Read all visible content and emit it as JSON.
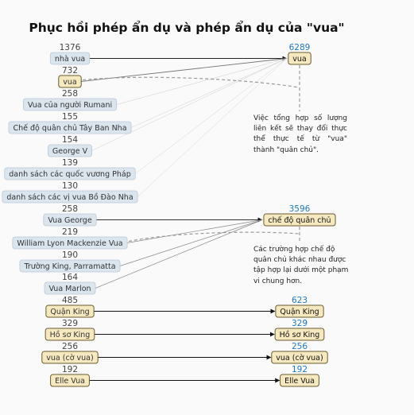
{
  "title": "Phục hồi phép ẩn dụ và phép ẩn dụ của \"vua\"",
  "groups": [
    {
      "target": {
        "label": "vua",
        "count": "6289"
      },
      "sources": [
        {
          "label": "nhà vua",
          "count": "1376",
          "style": "plain"
        },
        {
          "label": "vua",
          "count": "732",
          "style": "highlight"
        },
        {
          "label": "Vua của người Rumani",
          "count": "258",
          "style": "plain"
        },
        {
          "label": "Chế độ quân chủ Tây Ban Nha",
          "count": "155",
          "style": "plain"
        },
        {
          "label": "George V",
          "count": "154",
          "style": "plain"
        },
        {
          "label": "danh sách các quốc vương Pháp",
          "count": "139",
          "style": "plain"
        },
        {
          "label": "danh sách các vị vua Bồ Đào Nha",
          "count": "130",
          "style": "plain"
        }
      ],
      "note": "Việc tổng hợp số lượng liên kết sẽ thay đổi thực thể thực tế từ \"vua\" thành \"quân chủ\"."
    },
    {
      "target": {
        "label": "chế độ quân chủ",
        "count": "3596"
      },
      "sources": [
        {
          "label": "Vua George",
          "count": "258",
          "style": "plain"
        },
        {
          "label": "William Lyon Mackenzie Vua",
          "count": "219",
          "style": "plain"
        },
        {
          "label": "Trường King, Parramatta",
          "count": "190",
          "style": "plain"
        },
        {
          "label": "Vua Marlon",
          "count": "164",
          "style": "plain"
        }
      ],
      "note": "Các trường hợp chế độ quân chủ khác nhau được tập hợp lại dưới một phạm vi chung hơn."
    }
  ],
  "pairs": [
    {
      "source": {
        "label": "Quận King",
        "count": "485"
      },
      "target": {
        "label": "Quận King",
        "count": "623"
      }
    },
    {
      "source": {
        "label": "Hồ sơ King",
        "count": "329"
      },
      "target": {
        "label": "Hồ sơ King",
        "count": "329"
      }
    },
    {
      "source": {
        "label": "vua (cờ vua)",
        "count": "256"
      },
      "target": {
        "label": "vua (cờ vua)",
        "count": "256"
      }
    },
    {
      "source": {
        "label": "Elle Vua",
        "count": "192"
      },
      "target": {
        "label": "Elle Vua",
        "count": "192"
      }
    }
  ],
  "colors": {
    "plain_fill": "#dbe5ee",
    "plain_stroke": "#b8c8d6",
    "highlight_fill": "#f6e9c0",
    "highlight_stroke": "#6b5a2e",
    "target_count": "#1f78c8"
  }
}
